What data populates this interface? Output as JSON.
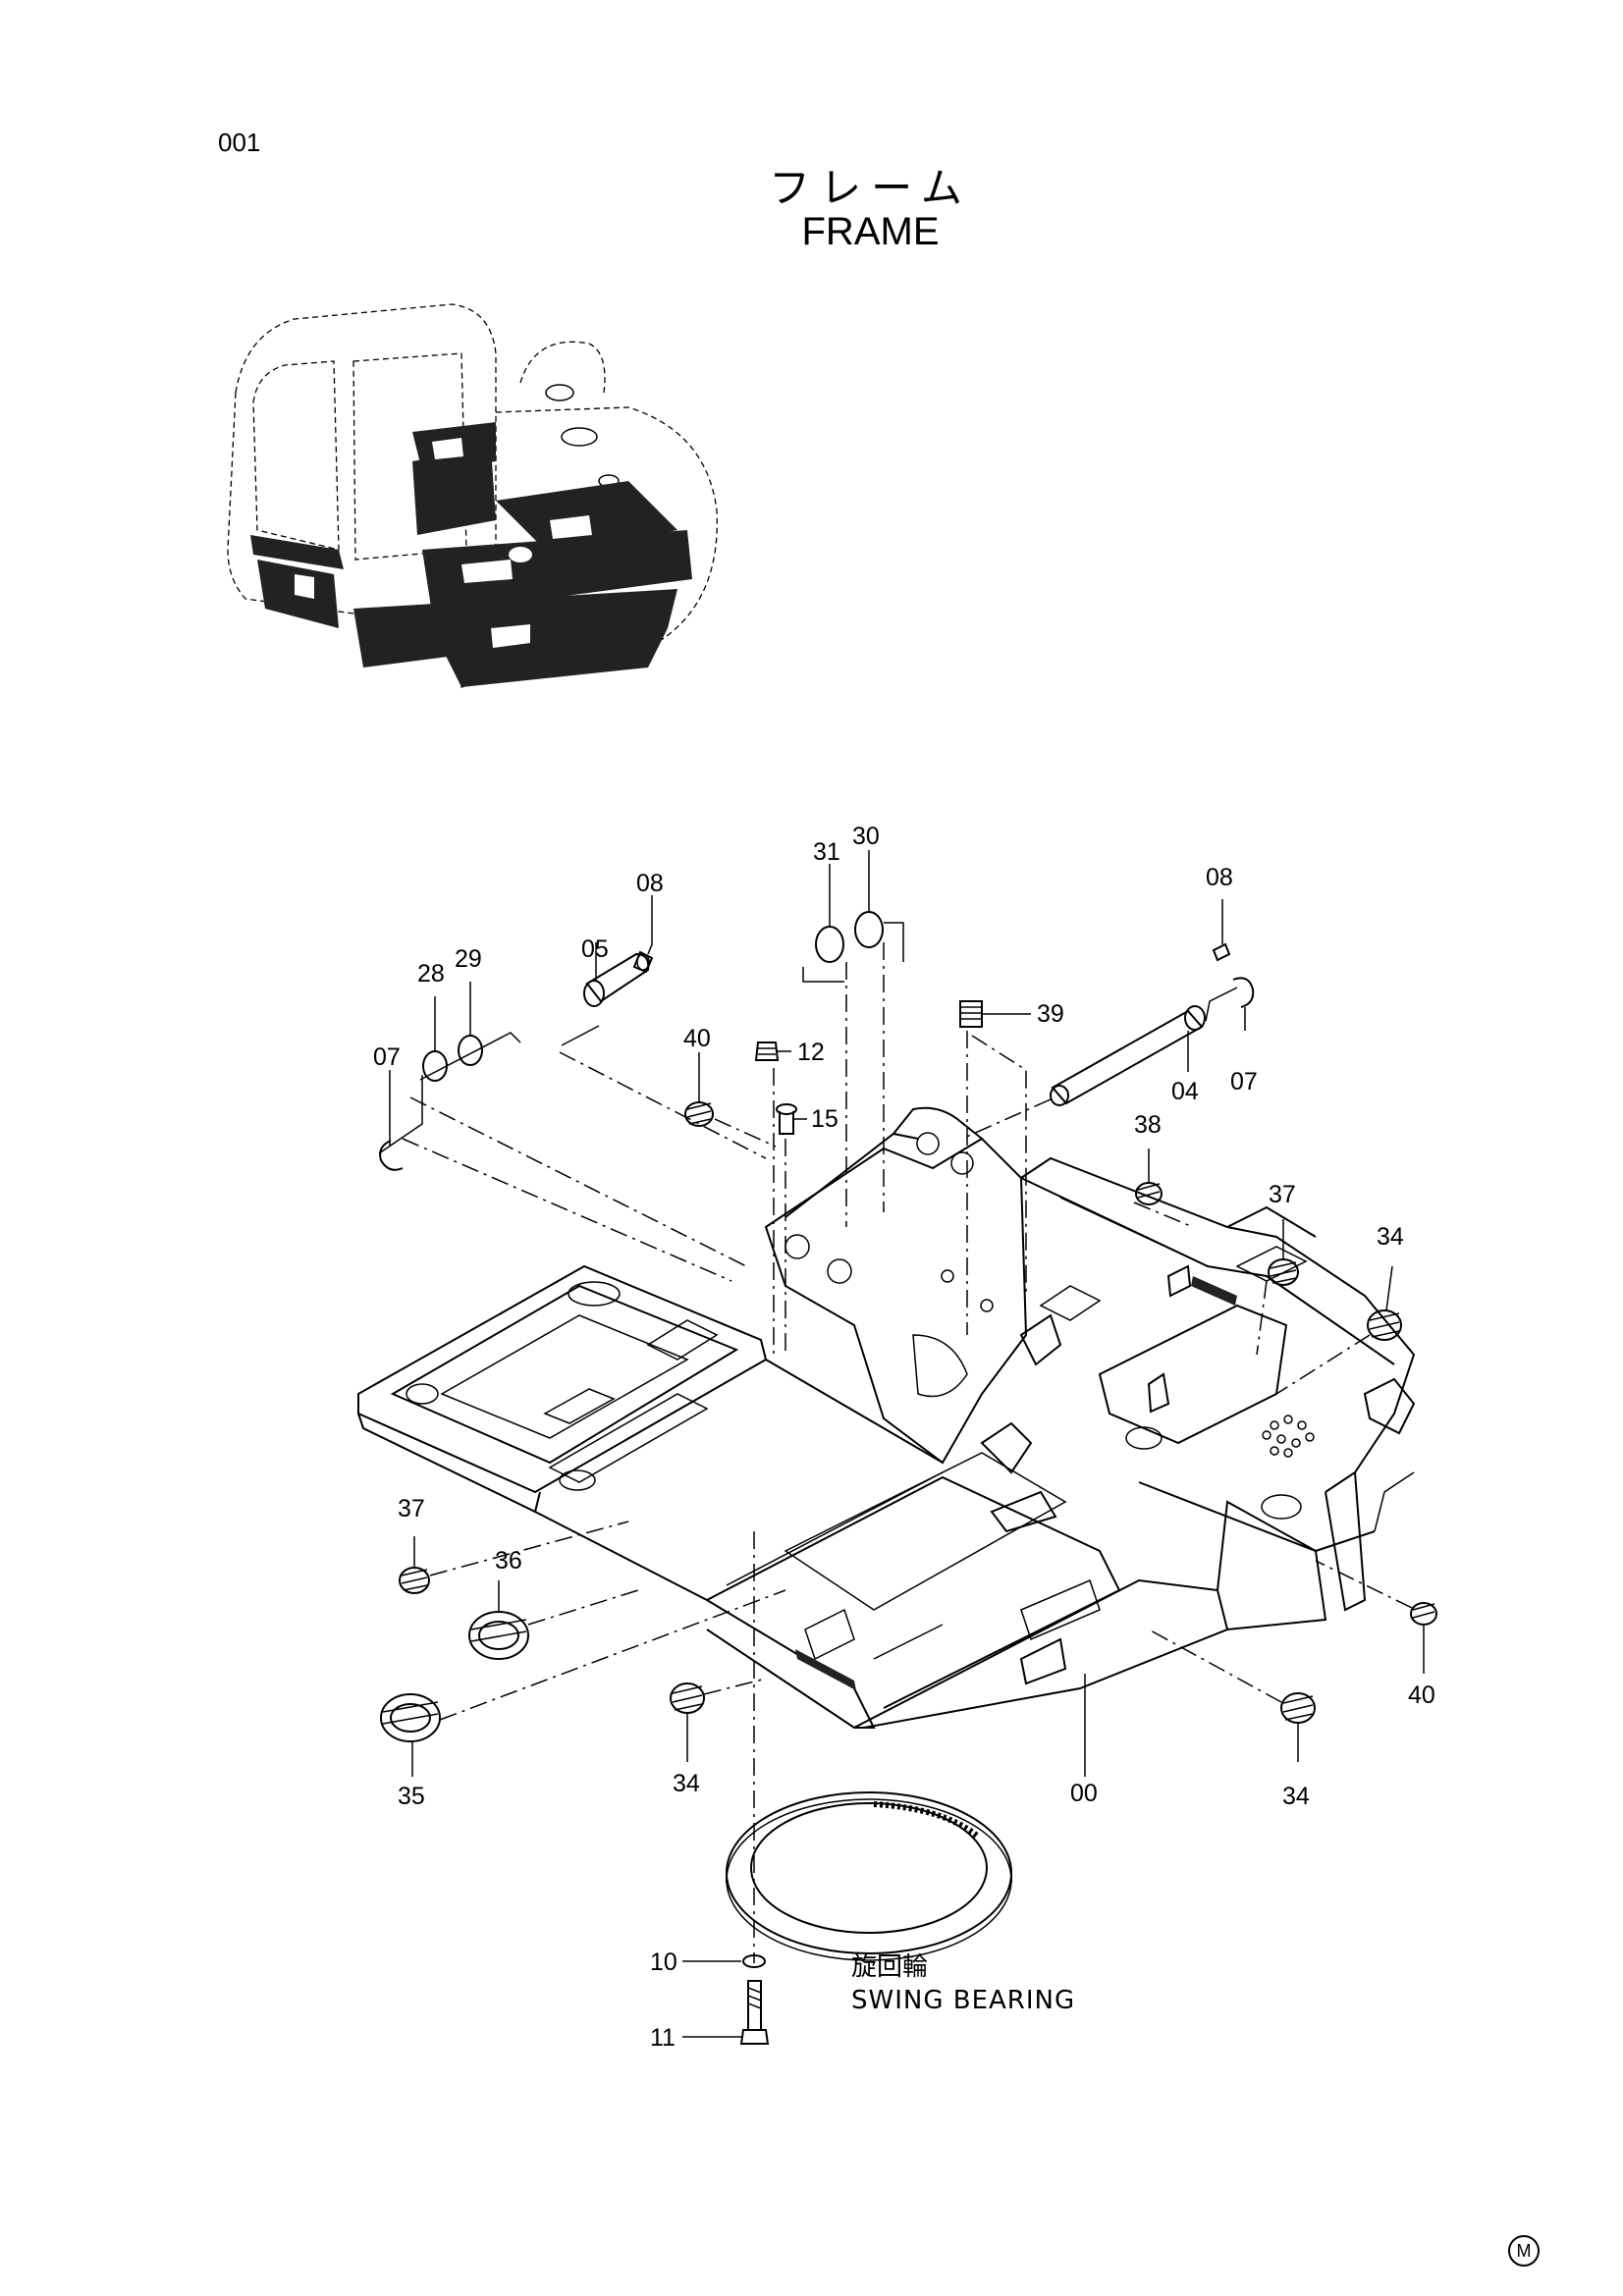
{
  "page": {
    "number": "001",
    "title_jp": "フレーム",
    "title_en": "FRAME",
    "marker": "M"
  },
  "callouts": [
    {
      "id": "c31",
      "text": "31"
    },
    {
      "id": "c30",
      "text": "30"
    },
    {
      "id": "c08a",
      "text": "08"
    },
    {
      "id": "c08b",
      "text": "08"
    },
    {
      "id": "c05",
      "text": "05"
    },
    {
      "id": "c28",
      "text": "28"
    },
    {
      "id": "c29",
      "text": "29"
    },
    {
      "id": "c07a",
      "text": "07"
    },
    {
      "id": "c07b",
      "text": "07"
    },
    {
      "id": "c40a",
      "text": "40"
    },
    {
      "id": "c12",
      "text": "12"
    },
    {
      "id": "c15",
      "text": "15"
    },
    {
      "id": "c39",
      "text": "39"
    },
    {
      "id": "c04",
      "text": "04"
    },
    {
      "id": "c38",
      "text": "38"
    },
    {
      "id": "c37a",
      "text": "37"
    },
    {
      "id": "c34a",
      "text": "34"
    },
    {
      "id": "c37b",
      "text": "37"
    },
    {
      "id": "c36",
      "text": "36"
    },
    {
      "id": "c35",
      "text": "35"
    },
    {
      "id": "c34b",
      "text": "34"
    },
    {
      "id": "c00",
      "text": "00"
    },
    {
      "id": "c34c",
      "text": "34"
    },
    {
      "id": "c40b",
      "text": "40"
    },
    {
      "id": "c10",
      "text": "10"
    },
    {
      "id": "c11",
      "text": "11"
    }
  ],
  "swing_bearing": {
    "label_jp": "旋回輪",
    "label_en": "SWING  BEARING"
  }
}
